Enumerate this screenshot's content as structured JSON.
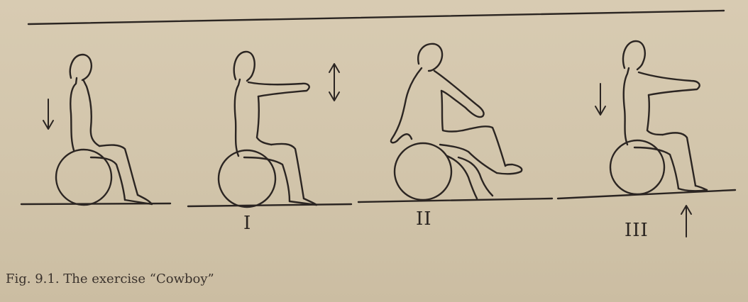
{
  "labels": {
    "stage1": "I",
    "stage2": "II",
    "stage3": "III"
  },
  "caption": "Fig. 9.1. The exercise “Cowboy”",
  "colors": {
    "paper": "#d3c6ac",
    "ink": "#2b2522"
  }
}
